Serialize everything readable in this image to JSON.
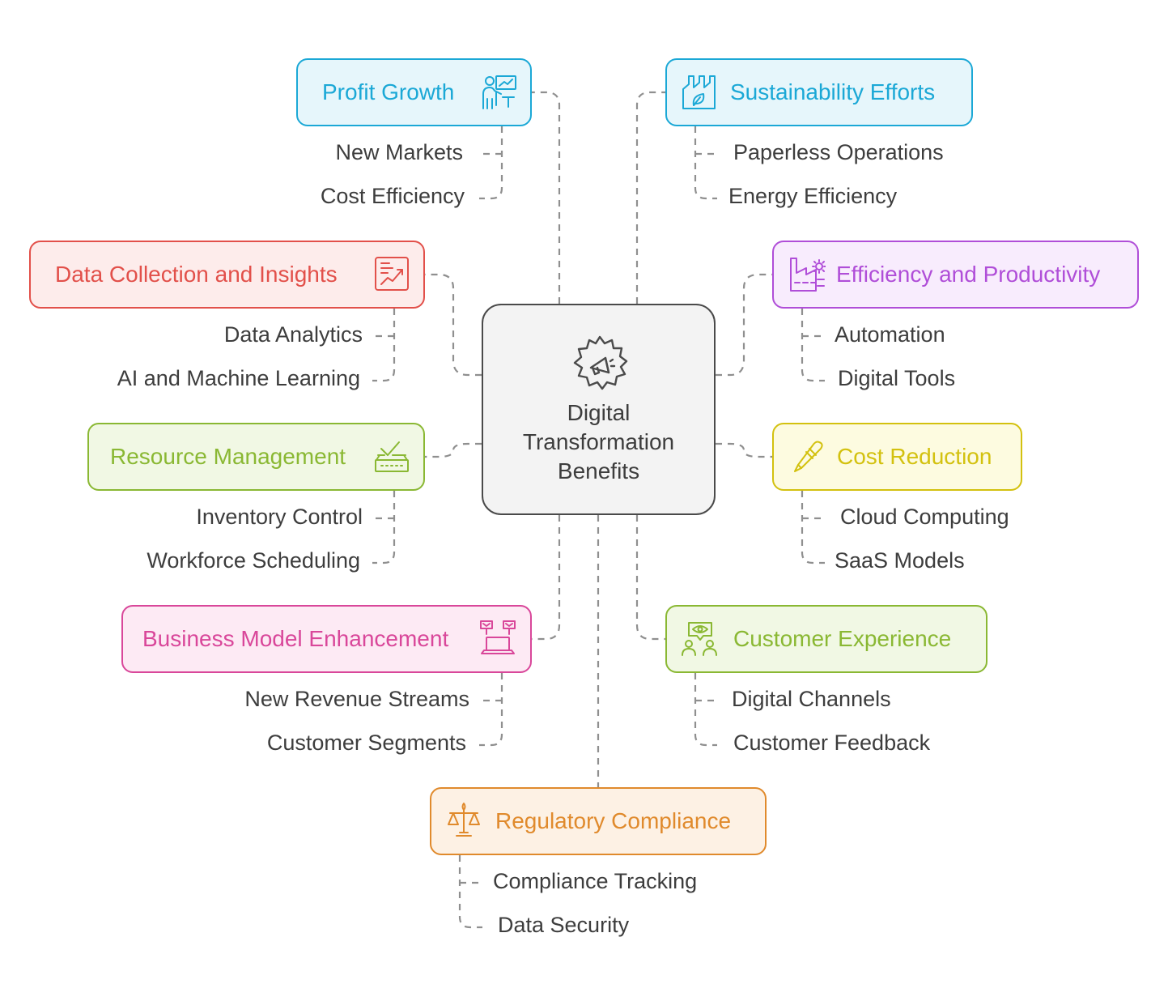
{
  "center": {
    "lines": [
      "Digital",
      "Transformation",
      "Benefits"
    ],
    "icon": "gear-megaphone-icon"
  },
  "branches": [
    {
      "id": "profit",
      "title": "Profit Growth",
      "icon": "presenter-chart-icon",
      "color": "#1ba8d6",
      "fill": "#e6f6fb",
      "items": [
        "New Markets",
        "Cost Efficiency"
      ]
    },
    {
      "id": "sustainability",
      "title": "Sustainability Efforts",
      "icon": "factory-leaf-icon",
      "color": "#1ba8d6",
      "fill": "#e6f6fb",
      "items": [
        "Paperless Operations",
        "Energy Efficiency"
      ]
    },
    {
      "id": "data",
      "title": "Data Collection and Insights",
      "icon": "chart-document-icon",
      "color": "#e2504a",
      "fill": "#fdeceb",
      "items": [
        "Data Analytics",
        "AI and Machine Learning"
      ]
    },
    {
      "id": "efficiency",
      "title": "Efficiency and Productivity",
      "icon": "factory-gear-icon",
      "color": "#b04ed8",
      "fill": "#f8ecfd",
      "items": [
        "Automation",
        "Digital Tools"
      ]
    },
    {
      "id": "resource",
      "title": "Resource Management",
      "icon": "inventory-check-icon",
      "color": "#8ab833",
      "fill": "#f1f8e4",
      "items": [
        "Inventory Control",
        "Workforce Scheduling"
      ]
    },
    {
      "id": "cost",
      "title": "Cost Reduction",
      "icon": "pen-icon",
      "color": "#d3c10f",
      "fill": "#fdfbe0",
      "items": [
        "Cloud Computing",
        "SaaS Models"
      ]
    },
    {
      "id": "business",
      "title": "Business Model Enhancement",
      "icon": "laptop-flags-icon",
      "color": "#d9479a",
      "fill": "#fdeaf4",
      "items": [
        "New Revenue Streams",
        "Customer Segments"
      ]
    },
    {
      "id": "customer",
      "title": "Customer Experience",
      "icon": "eye-people-icon",
      "color": "#8ab833",
      "fill": "#f1f8e4",
      "items": [
        "Digital Channels",
        "Customer Feedback"
      ]
    },
    {
      "id": "regulatory",
      "title": "Regulatory Compliance",
      "icon": "scales-icon",
      "color": "#e08a2c",
      "fill": "#fdf1e4",
      "items": [
        "Compliance Tracking",
        "Data Security"
      ]
    }
  ],
  "colors": {
    "connector": "#8f8f8f",
    "center_border": "#4a4a4a",
    "text": "#3d3d3d"
  }
}
